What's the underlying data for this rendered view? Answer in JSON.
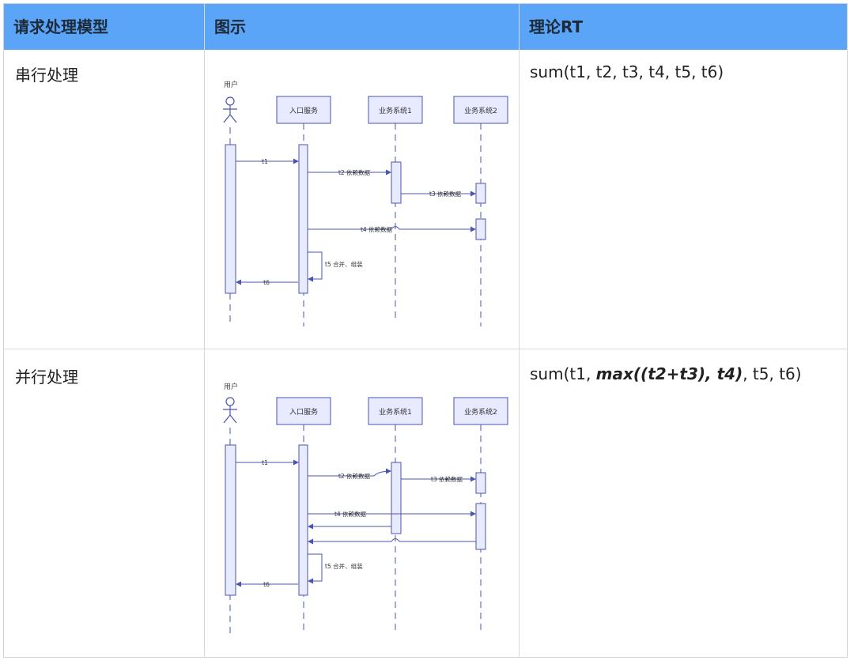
{
  "header": {
    "col1": "请求处理模型",
    "col2": "图示",
    "col3": "理论RT"
  },
  "rows": [
    {
      "model": "串行处理",
      "rt_pre": "sum(t1, t2, t3, t4, t5, t6)",
      "rt_bold": "",
      "rt_post": "",
      "diagram": {
        "actor": "用户",
        "participants": [
          "入口服务",
          "业务系统1",
          "业务系统2"
        ],
        "messages": [
          "t1",
          "t2 依赖数据",
          "t3 依赖数据",
          "t4 依赖数据",
          "t5 合并、组装",
          "t6"
        ]
      }
    },
    {
      "model": "并行处理",
      "rt_pre": "sum(t1, ",
      "rt_bold": "max((t2+t3), t4)",
      "rt_post": ", t5, t6)",
      "diagram": {
        "actor": "用户",
        "participants": [
          "入口服务",
          "业务系统1",
          "业务系统2"
        ],
        "messages": [
          "t1",
          "t2 依赖数据",
          "t3 依赖数据",
          "t4 依赖数据",
          "t5 合并、组装",
          "t6"
        ]
      }
    }
  ],
  "colors": {
    "header_bg": "#5ba5f8",
    "diagram_line": "#4a55b0",
    "activation_fill": "#e8eaff"
  }
}
